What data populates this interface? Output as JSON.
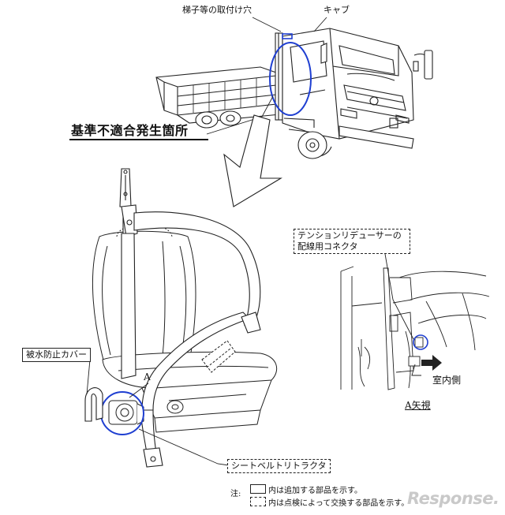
{
  "labels": {
    "ladder_hole": "梯子等の取付け穴",
    "cab": "キャブ",
    "defect_location": "基準不適合発生箇所",
    "tension_reducer": "テンションリデューサーの配線用コネクタ",
    "waterproof_cover": "被水防止カバー",
    "marker_a": "A",
    "retractor": "シートベルトリトラクタ",
    "view_a": "A矢視",
    "cabin_side": "室内側"
  },
  "notes": {
    "prefix": "注:",
    "added_text": "内は追加する部品を示す。",
    "replaced_text": "内は点検によって交換する部品を示す。"
  },
  "watermark": "Response.",
  "colors": {
    "highlight": "#1f3fd1",
    "line": "#222222"
  }
}
